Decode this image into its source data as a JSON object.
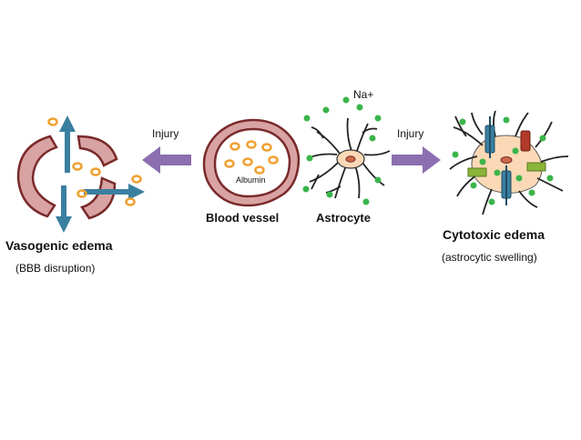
{
  "labels": {
    "vasogenic_title": "Vasogenic edema",
    "vasogenic_subtitle": "(BBB disruption)",
    "blood_vessel": "Blood vessel",
    "astrocyte": "Astrocyte",
    "cytotoxic_title": "Cytotoxic edema",
    "cytotoxic_subtitle": "(astrocytic swelling)",
    "injury_left": "Injury",
    "injury_right": "Injury",
    "sodium": "Na+",
    "albumin": "Albumin"
  },
  "colors": {
    "vessel_fill": "#d9a3a3",
    "vessel_stroke": "#7a2a2a",
    "albumin": "#f0a030",
    "sodium": "#3bb54a",
    "arrow_injury": "#8b6fb0",
    "arrow_flow": "#3a7fa0",
    "astrocyte_body": "#fbd9b6",
    "channel_blue": "#3a7fa0",
    "channel_red": "#b23a2a",
    "channel_green": "#8ab43a"
  }
}
